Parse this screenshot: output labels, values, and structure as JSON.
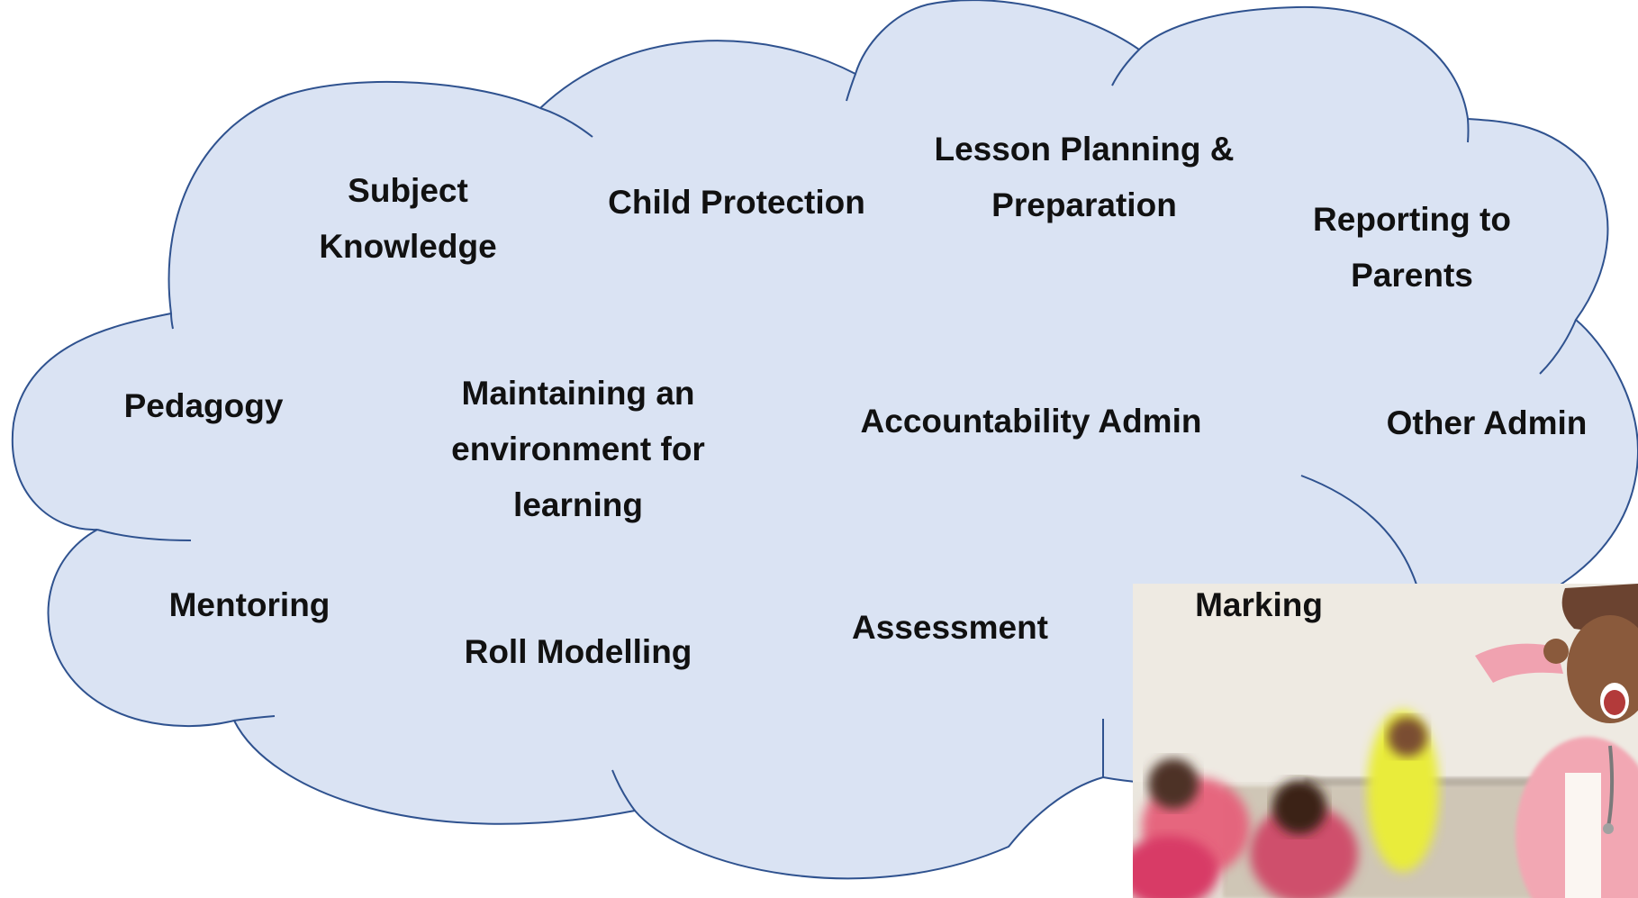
{
  "colors": {
    "cloud_fill": "#dae3f3",
    "cloud_stroke": "#2f528f",
    "text": "#111111"
  },
  "labels": {
    "subject_knowledge": [
      "Subject",
      "Knowledge"
    ],
    "child_protection": [
      "Child Protection"
    ],
    "lesson_planning": [
      "Lesson Planning &",
      "Preparation"
    ],
    "reporting_to_parents": [
      "Reporting to",
      "Parents"
    ],
    "pedagogy": [
      "Pedagogy"
    ],
    "maintaining_environment": [
      "Maintaining an",
      "environment for",
      "learning"
    ],
    "accountability_admin": [
      "Accountability Admin"
    ],
    "other_admin": [
      "Other Admin"
    ],
    "mentoring": [
      "Mentoring"
    ],
    "roll_modelling": [
      "Roll Modelling"
    ],
    "assessment": [
      "Assessment"
    ],
    "marking": [
      "Marking"
    ]
  },
  "photo": {
    "icon": "stressed-teacher-classroom-photo"
  }
}
